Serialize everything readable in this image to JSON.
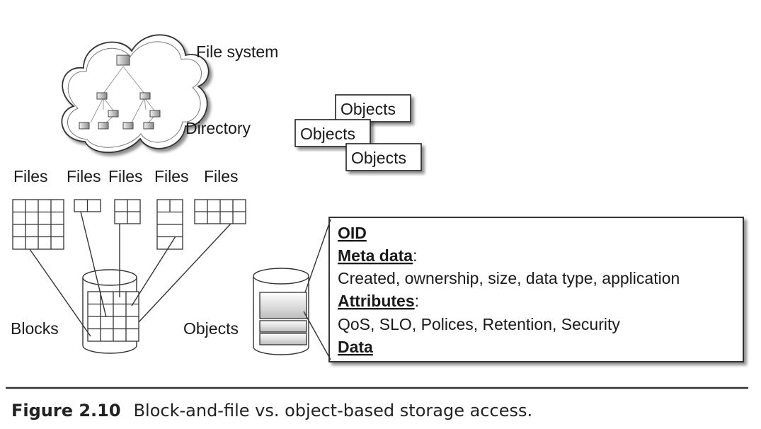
{
  "diagram": {
    "labels": {
      "file_system": "File system",
      "directory": "Directory",
      "files": [
        "Files",
        "Files",
        "Files",
        "Files",
        "Files"
      ],
      "blocks": "Blocks",
      "objects_left": "Objects",
      "stacked_objects": [
        "Objects",
        "Objects",
        "Objects"
      ]
    },
    "object_detail": {
      "oid": "OID",
      "meta_label": "Meta data",
      "meta_colon": ":",
      "meta_values": "Created, ownership, size, data type, application",
      "attributes_label": "Attributes",
      "attributes_colon": ":",
      "attributes_values": "QoS, SLO, Polices, Retention, Security",
      "data_label": "Data"
    }
  },
  "caption": {
    "figure": "Figure 2.10",
    "text": "Block-and-file vs. object-based storage access."
  }
}
